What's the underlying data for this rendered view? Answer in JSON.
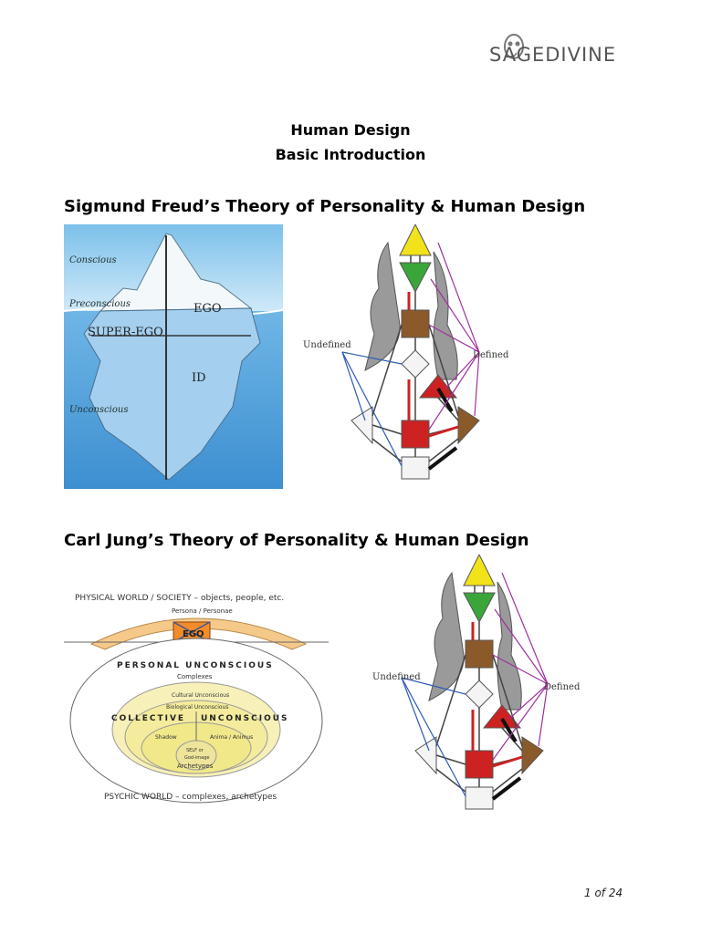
{
  "logo": {
    "text": "SAGEDIVINE"
  },
  "title_line1": "Human Design",
  "title_line2": "Basic Introduction",
  "section1": {
    "heading": "Sigmund Freud’s Theory of Personality & Human Design",
    "iceberg": {
      "conscious": "Conscious",
      "preconscious": "Preconscious",
      "ego": "EGO",
      "superego": "SUPER-EGO",
      "id": "ID",
      "unconscious": "Unconscious"
    },
    "bodygraph": {
      "undefined": "Undefined",
      "defined": "Defined"
    }
  },
  "section2": {
    "heading": "Carl Jung’s Theory of Personality & Human Design",
    "psyche": {
      "physical_world": "PHYSICAL WORLD / SOCIETY – objects, people, etc.",
      "persona": "Persona / Personae",
      "ego": "EGO",
      "personal_unconscious": "PERSONAL UNCONSCIOUS",
      "complexes": "Complexes",
      "cultural": "Cultural Unconscious",
      "biological": "Biological Unconscious",
      "collective": "COLLECTIVE",
      "unconscious": "UNCONSCIOUS",
      "shadow": "Shadow",
      "anima": "Anima / Animus",
      "self1": "SELF or",
      "self2": "God-image",
      "archetypes": "Archetypes",
      "psychic_world": "PSYCHIC WORLD – complexes, archetypes"
    },
    "bodygraph": {
      "undefined": "Undefined",
      "defined": "Defined"
    }
  },
  "footer": {
    "page": "1 of 24"
  },
  "colors": {
    "head": "#f2e21a",
    "ajna": "#3aa63a",
    "red": "#cc2222",
    "brown": "#8b5a2b",
    "ice": "#a9d3ef",
    "sea": "#5aa8dc"
  }
}
